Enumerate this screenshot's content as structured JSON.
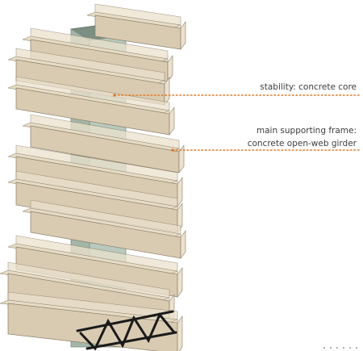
{
  "annotations": {
    "core": {
      "label": "stability: concrete core"
    },
    "frame": {
      "line1": "main supporting frame:",
      "line2": "concrete open-web girder"
    }
  },
  "colors": {
    "beam_face": "#d9cbb2",
    "beam_face_light": "#ebe1cd",
    "beam_top": "#e6dcc6",
    "beam_outline": "#8a7d66",
    "core_front": "#b8c9bd",
    "core_side": "#a3b6a8",
    "core_top": "#7d8f82",
    "leader_dot": "#e07a2a",
    "girder": "#1a1a1a",
    "text": "#3d3d3d"
  }
}
